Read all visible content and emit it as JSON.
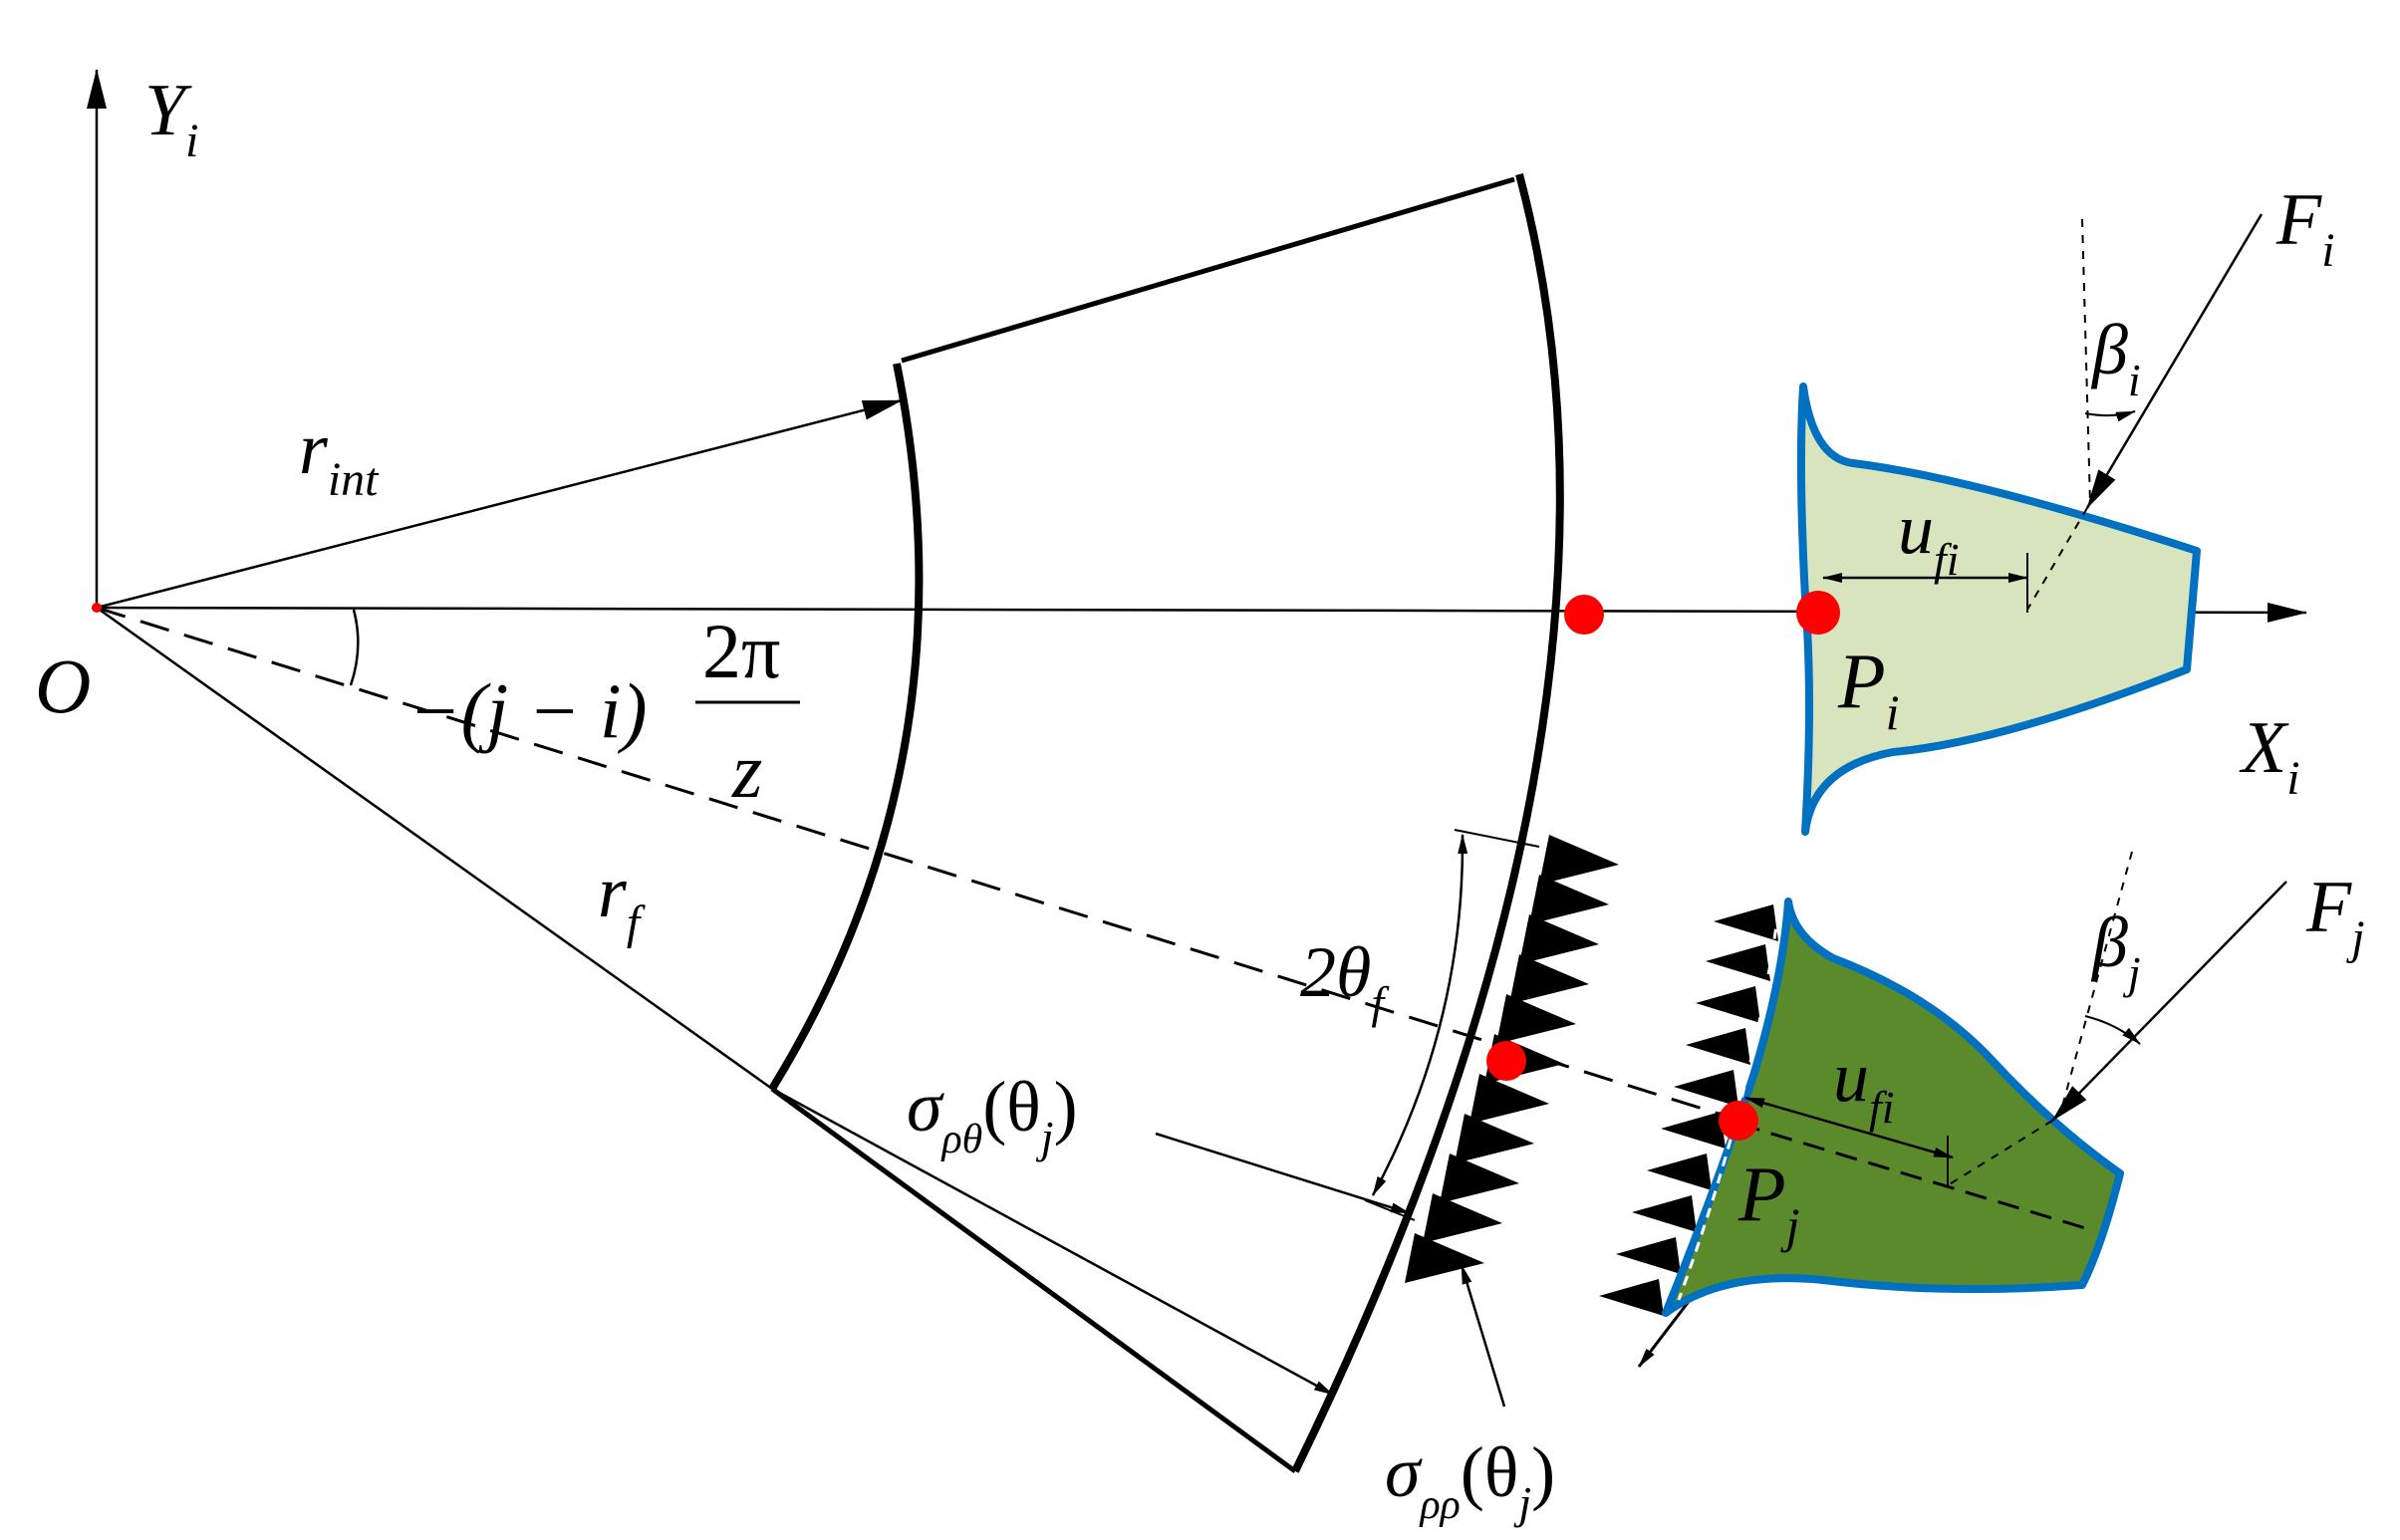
{
  "axes": {
    "origin": "O",
    "y_axis": {
      "main": "Y",
      "sub": "i"
    },
    "x_axis": {
      "main": "X",
      "sub": "i"
    }
  },
  "labels": {
    "r_int": {
      "main": "r",
      "sub": "int"
    },
    "r_f": {
      "main": "r",
      "sub": "f"
    },
    "angle": {
      "prefix": "−(j − i)",
      "numerator": "2π",
      "denominator": "z"
    },
    "two_theta": {
      "main": "2θ",
      "sub": "f"
    },
    "sigma_rho_theta": {
      "main": "σ",
      "sub": "ρθ",
      "arg": "(θ",
      "arg_sub": "j",
      "close": ")"
    },
    "sigma_rho_rho": {
      "main": "σ",
      "sub": "ρρ",
      "arg": "(θ",
      "arg_sub": "j",
      "close": ")"
    },
    "F_i": {
      "main": "F",
      "sub": "i"
    },
    "F_j": {
      "main": "F",
      "sub": "j"
    },
    "beta_i": {
      "main": "β",
      "sub": "i"
    },
    "beta_j": {
      "main": "β",
      "sub": "j"
    },
    "u_fi_top": {
      "main": "u",
      "sub": "fi"
    },
    "u_fi_bottom": {
      "main": "u",
      "sub": "fi"
    },
    "P_i": {
      "main": "P",
      "sub": "i"
    },
    "P_j": {
      "main": "P",
      "sub": "j"
    }
  },
  "colors": {
    "line": "#000000",
    "point": "#ff0000",
    "tooth_outline": "#0070c0",
    "tooth_i_fill": "#d7e4bd",
    "tooth_j_fill": "#5b8a2c"
  }
}
